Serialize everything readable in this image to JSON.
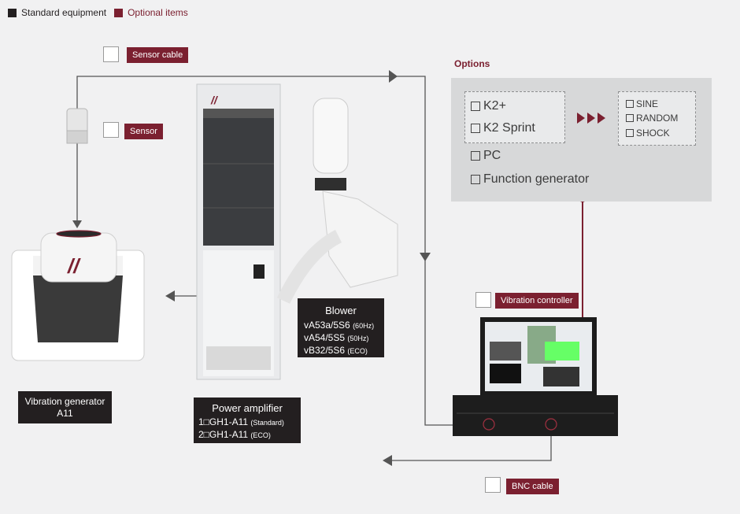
{
  "legend": {
    "standard_label": "Standard equipment",
    "optional_label": "Optional items",
    "standard_color": "#231f20",
    "optional_color": "#7b2030"
  },
  "sensor_cable": {
    "label": "Sensor cable"
  },
  "sensor": {
    "label": "Sensor"
  },
  "options": {
    "title": "Options",
    "controller_software": [
      "K2+",
      "K2 Sprint"
    ],
    "test_modes": [
      "SINE",
      "RANDOM",
      "SHOCK"
    ],
    "extras": [
      "PC",
      "Function generator"
    ]
  },
  "blower": {
    "title": "Blower",
    "models": [
      {
        "name": "vA53a/5S6",
        "note": "(60Hz)"
      },
      {
        "name": "vA54/5S5",
        "note": "(50Hz)"
      },
      {
        "name": "vB32/5S6",
        "note": "(ECO)"
      }
    ]
  },
  "vibration_generator": {
    "title": "Vibration generator",
    "model": "A11"
  },
  "power_amplifier": {
    "title": "Power amplifier",
    "models": [
      {
        "name": "1□GH1-A11",
        "note": "(Standard)"
      },
      {
        "name": "2□GH1-A11",
        "note": "(ECO)"
      }
    ]
  },
  "vibration_controller": {
    "label": "Vibration controller"
  },
  "bnc_cable": {
    "label": "BNC cable"
  }
}
